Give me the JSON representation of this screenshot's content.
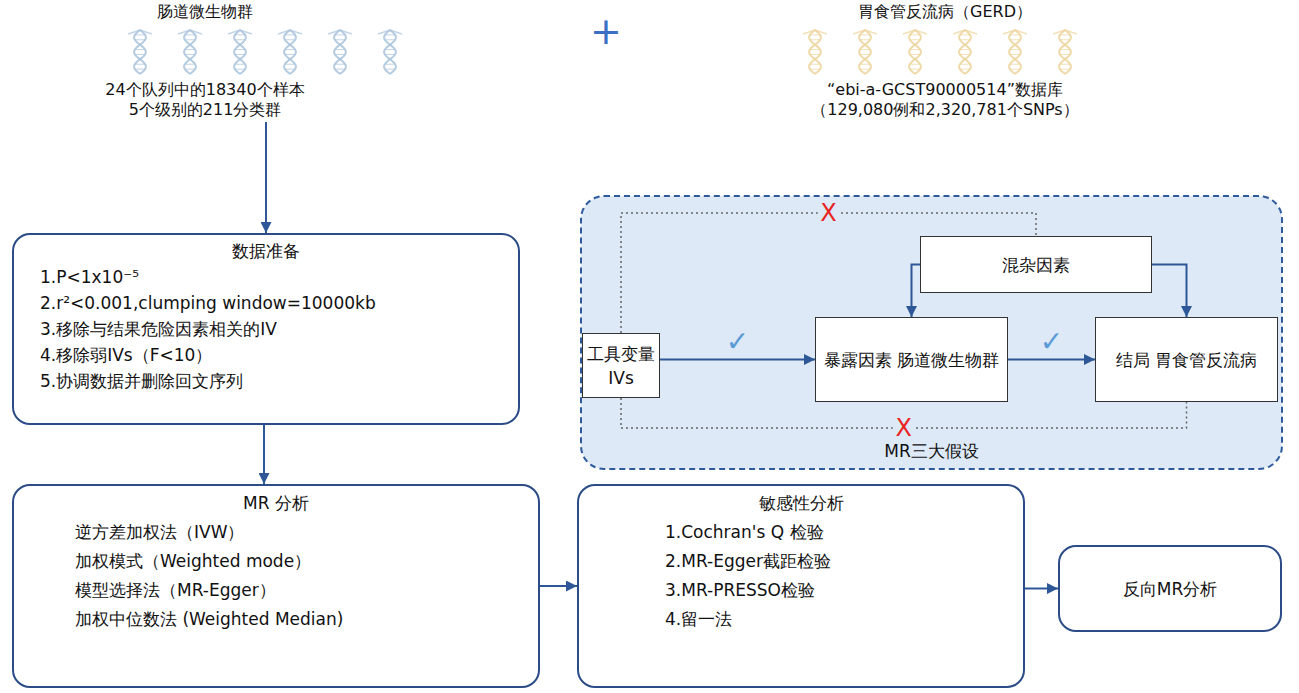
{
  "diagram": {
    "nodes": [
      {
        "text": [
          "肠道微生物群",
          "24个队列中的18340个样本",
          "5个级别的211分类群"
        ]
      },
      {
        "text": [
          "胃食管反流病（GERD）",
          "“ebi-a-GCST90000514”数据库",
          "（129,080例和2,320,781个SNPs）"
        ]
      },
      {
        "text": [
          "数据准备",
          "1.P<1x10⁻⁵",
          "2.r²<0.001,clumping window=10000kb",
          "3.移除与结果危险因素相关的IV",
          "4.移除弱IVs（F<10）",
          "5.协调数据并删除回文序列"
        ]
      },
      {
        "text": [
          "MR三大假设"
        ]
      },
      {
        "text": [
          "混杂因素"
        ],
        "in": 3
      },
      {
        "text": [
          "工具变量 IVs"
        ],
        "in": 3
      },
      {
        "text": [
          "暴露因素 肠道微生物群"
        ],
        "in": 3
      },
      {
        "text": [
          "结局 胃食管反流病"
        ],
        "in": 3
      },
      {
        "text": [
          "MR 分析",
          "逆方差加权法（IVW）",
          "加权模式（Weighted mode）",
          "模型选择法（MR-Egger）",
          "加权中位数法 (Weighted Median)"
        ]
      },
      {
        "text": [
          "敏感性分析",
          "1.Cochran's Q 检验",
          "2.MR-Egger截距检验",
          "3.MR-PRESSO检验",
          "4.留一法"
        ]
      },
      {
        "text": [
          "反向MR分析"
        ]
      }
    ],
    "edges": [
      {
        "from": 0,
        "to": 2,
        "arrow": "to"
      },
      {
        "from": 2,
        "to": 8,
        "arrow": "to"
      },
      {
        "from": 8,
        "to": 9,
        "arrow": "to"
      },
      {
        "from": 9,
        "to": 10,
        "arrow": "to"
      },
      {
        "from": 4,
        "to": 6,
        "arrow": "to"
      },
      {
        "from": 4,
        "to": 7,
        "arrow": "to"
      },
      {
        "from": 5,
        "to": 6,
        "arrow": "to",
        "label": "✓"
      },
      {
        "from": 6,
        "to": 7,
        "arrow": "to",
        "label": "✓"
      },
      {
        "from": 5,
        "to": 4,
        "arrow": "none",
        "label": "X"
      },
      {
        "from": 5,
        "to": 7,
        "arrow": "none",
        "label": "X"
      }
    ],
    "labels": [
      "+"
    ]
  }
}
